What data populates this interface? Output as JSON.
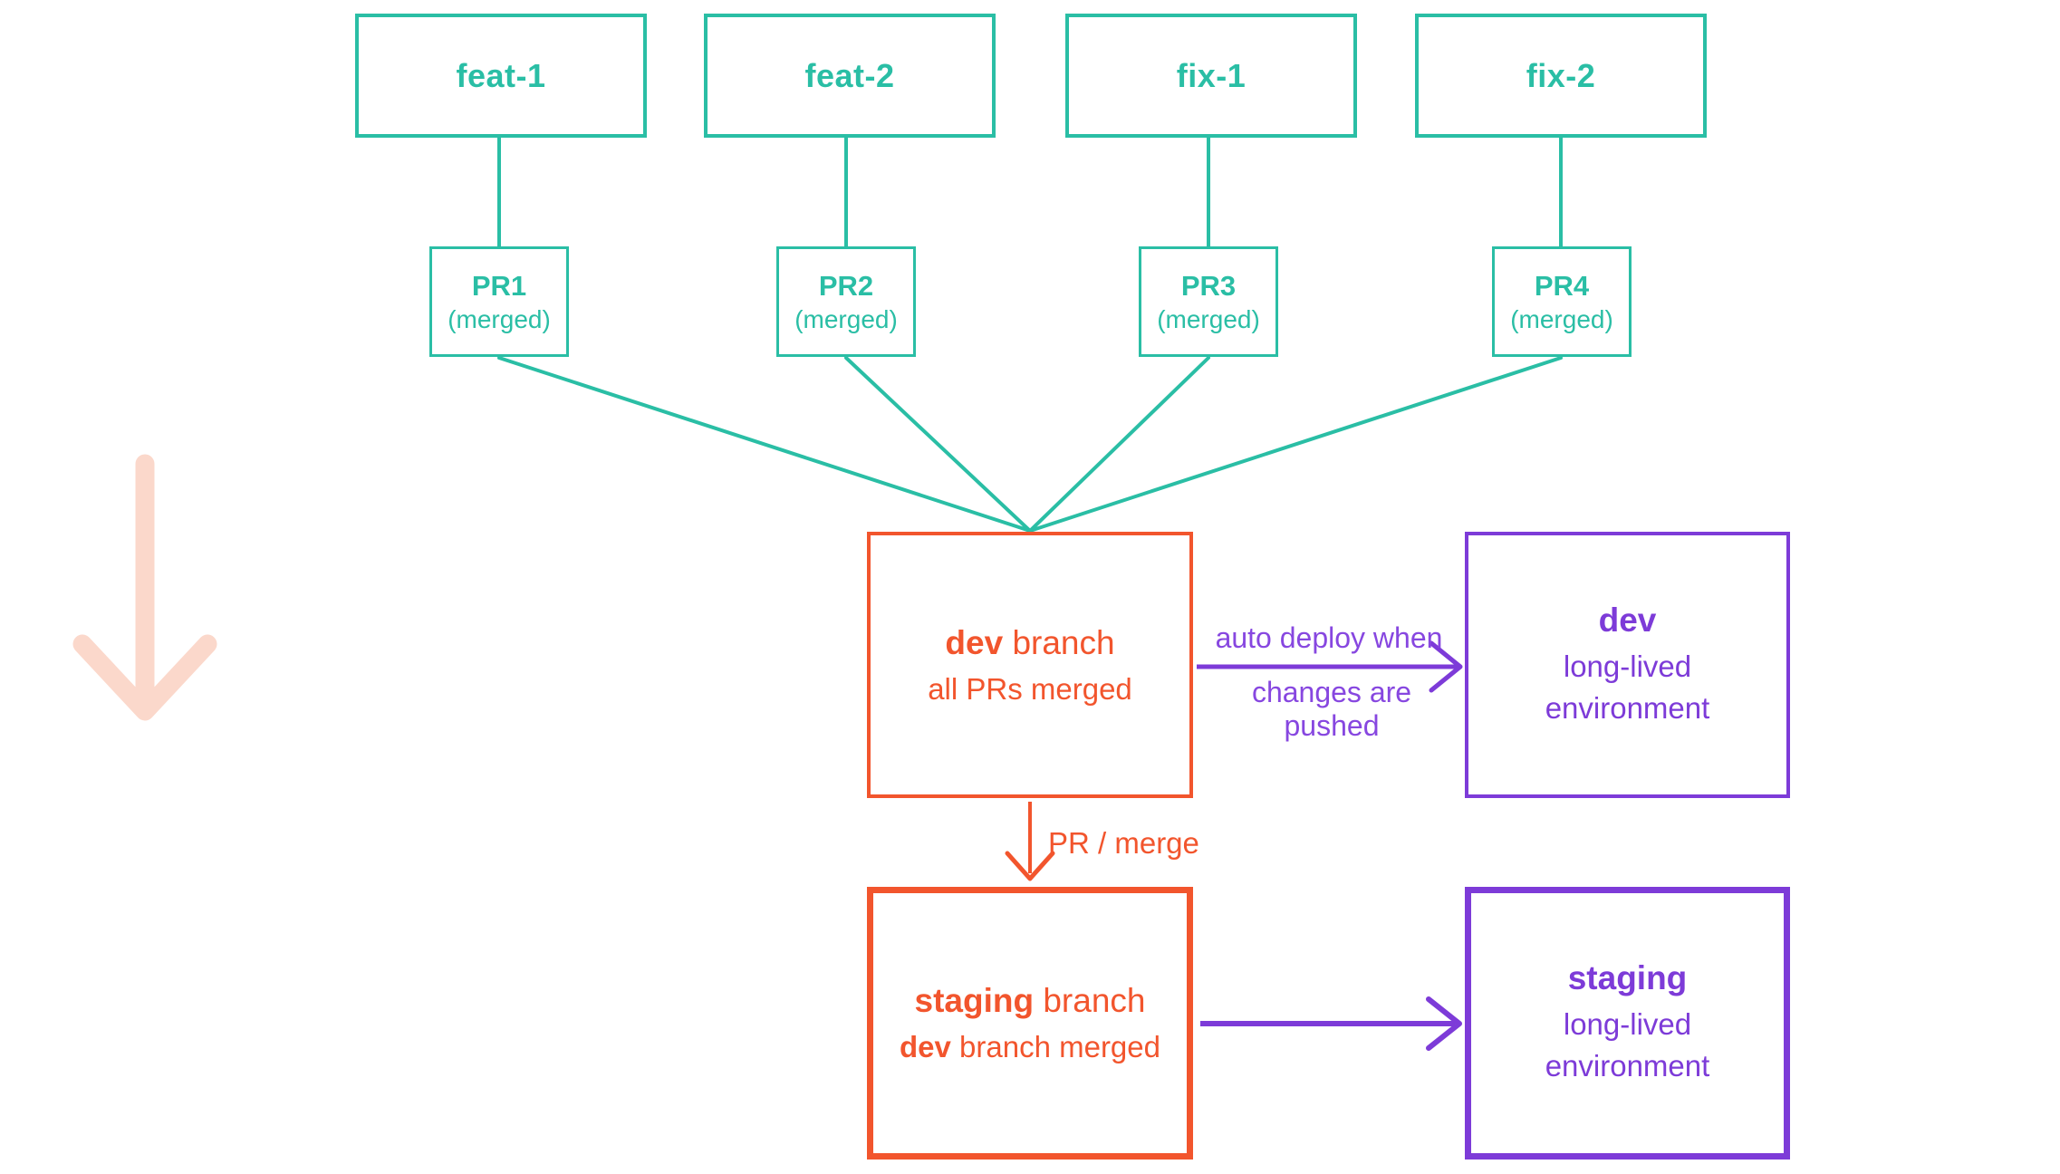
{
  "palette": {
    "teal": "#2abea5",
    "orange": "#f2552d",
    "purple": "#7d3bd8",
    "purple_label": "#8747e0",
    "pink": "#fbd8cb",
    "background": "#ffffff"
  },
  "feature_branches": [
    {
      "branch": "feat-1",
      "pr": "PR1",
      "pr_status": "(merged)"
    },
    {
      "branch": "feat-2",
      "pr": "PR2",
      "pr_status": "(merged)"
    },
    {
      "branch": "fix-1",
      "pr": "PR3",
      "pr_status": "(merged)"
    },
    {
      "branch": "fix-2",
      "pr": "PR4",
      "pr_status": "(merged)"
    }
  ],
  "dev_branch_box": {
    "title_bold": "dev",
    "title_rest": " branch",
    "subtitle": "all PRs merged"
  },
  "dev_env_box": {
    "title": "dev",
    "line1": "long-lived",
    "line2": "environment"
  },
  "staging_branch_box": {
    "title_bold": "staging",
    "title_rest": " branch",
    "subtitle_bold": "dev",
    "subtitle_rest": " branch merged"
  },
  "staging_env_box": {
    "title": "staging",
    "line1": "long-lived",
    "line2": "environment"
  },
  "labels": {
    "auto_deploy_line1": "auto deploy when",
    "auto_deploy_line2": "changes are pushed",
    "pr_merge": "PR / merge"
  }
}
